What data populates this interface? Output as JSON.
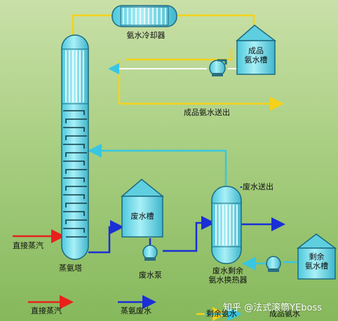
{
  "labels": {
    "cooler": "氨水冷却器",
    "product_tank": "成品\n氨水槽",
    "product_out": "成品氨水送出",
    "column": "蒸氨塔",
    "steam_in": "直接蒸汽",
    "waste_tank": "废水槽",
    "waste_pump": "废水泵",
    "waste_out": "废水送出",
    "exchanger": "废水剩余\n氨水换热器",
    "residual_tank": "剩余\n氨水槽"
  },
  "legend": [
    {
      "label": "直接蒸汽",
      "color": "#e8211d"
    },
    {
      "label": "蒸氨废水",
      "color": "#1a2fd6"
    },
    {
      "label": "剩余氨水",
      "color": "#39c6e0"
    },
    {
      "label": "成品氨水",
      "color": "#f5d21a"
    }
  ],
  "watermark": "知乎 @法式滚筒YEboss",
  "colors": {
    "equipment_fill": "#6fd9e8",
    "equipment_stroke": "#1d6b80",
    "steam": "#e8211d",
    "waste_water": "#1a2fd6",
    "residual_ammonia": "#39c6e0",
    "product_ammonia": "#f5d21a"
  }
}
